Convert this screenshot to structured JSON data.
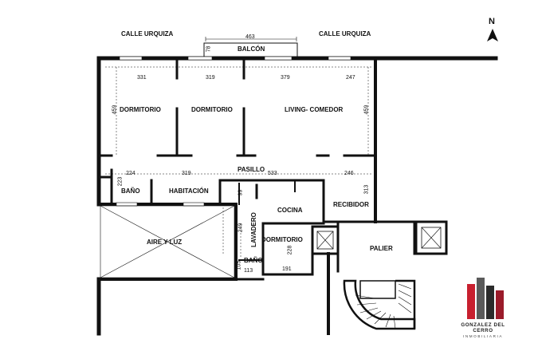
{
  "streets": {
    "left": "CALLE URQUIZA",
    "right": "CALLE URQUIZA"
  },
  "compass": {
    "label": "N"
  },
  "rooms": {
    "balcon": "BALCÓN",
    "dormitorio_1": "DORMITORIO",
    "dormitorio_2": "DORMITORIO",
    "living": "LIVING- COMEDOR",
    "pasillo": "PASILLO",
    "bano_1": "BAÑO",
    "habitacion": "HABITACIÓN",
    "cocina": "COCINA",
    "recibidor": "RECIBIDOR",
    "aire_luz": "AIRE Y LUZ",
    "lavadero": "LAVADERO",
    "dormitorio_3": "DORMITORIO",
    "bano_2": "BAÑO",
    "palier": "PALIER"
  },
  "dimensions": {
    "balcon_width": "463",
    "balcon_depth": "78",
    "d1_width": "331",
    "d2_width": "319",
    "living_width": "379",
    "recibidor_top_width": "247",
    "d1_depth": "459",
    "living_depth": "459",
    "bano_width": "224",
    "habitacion_width": "319",
    "pasillo_width": "533",
    "recibidor_width": "246",
    "bano_depth": "223",
    "recibidor_depth": "313",
    "kitchen_depth": "99",
    "lavadero_depth": "249",
    "dorm3_depth": "228",
    "dorm3_width": "191",
    "bano2_depth": "105",
    "bano2_width": "113"
  },
  "logo": {
    "name": "GONZALEZ DEL CERRO",
    "sub": "INMOBILIARIA",
    "colors": [
      "#9b1b2a",
      "#c8202f",
      "#5a5a5a",
      "#2b2b2b"
    ]
  }
}
